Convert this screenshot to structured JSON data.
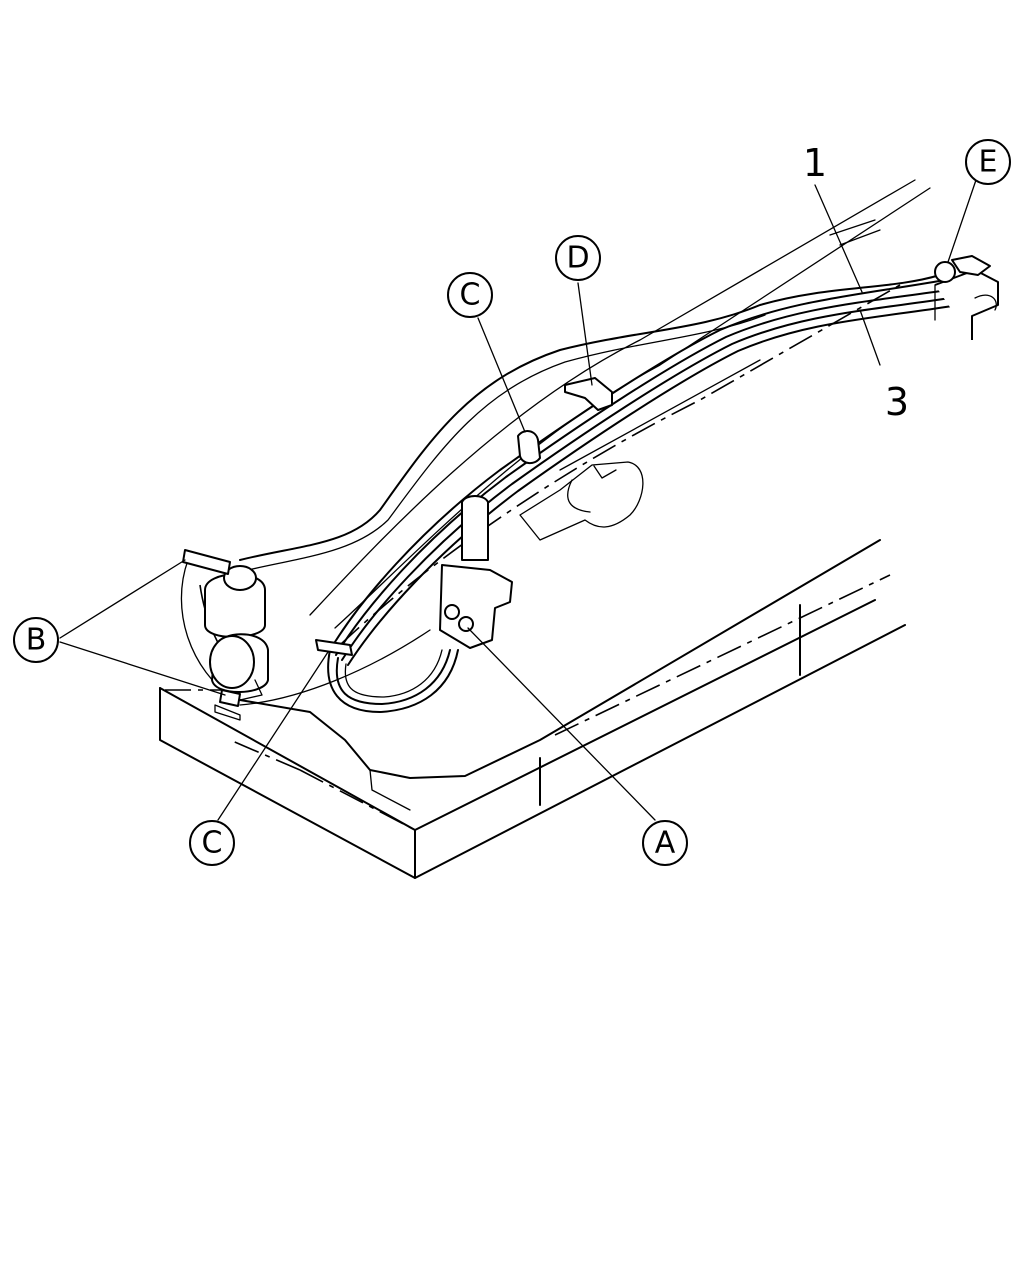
{
  "callouts": {
    "a": "A",
    "b": "B",
    "c_upper": "C",
    "c_lower": "C",
    "d": "D",
    "e": "E"
  },
  "part_numbers": {
    "one": "1",
    "three": "3"
  }
}
